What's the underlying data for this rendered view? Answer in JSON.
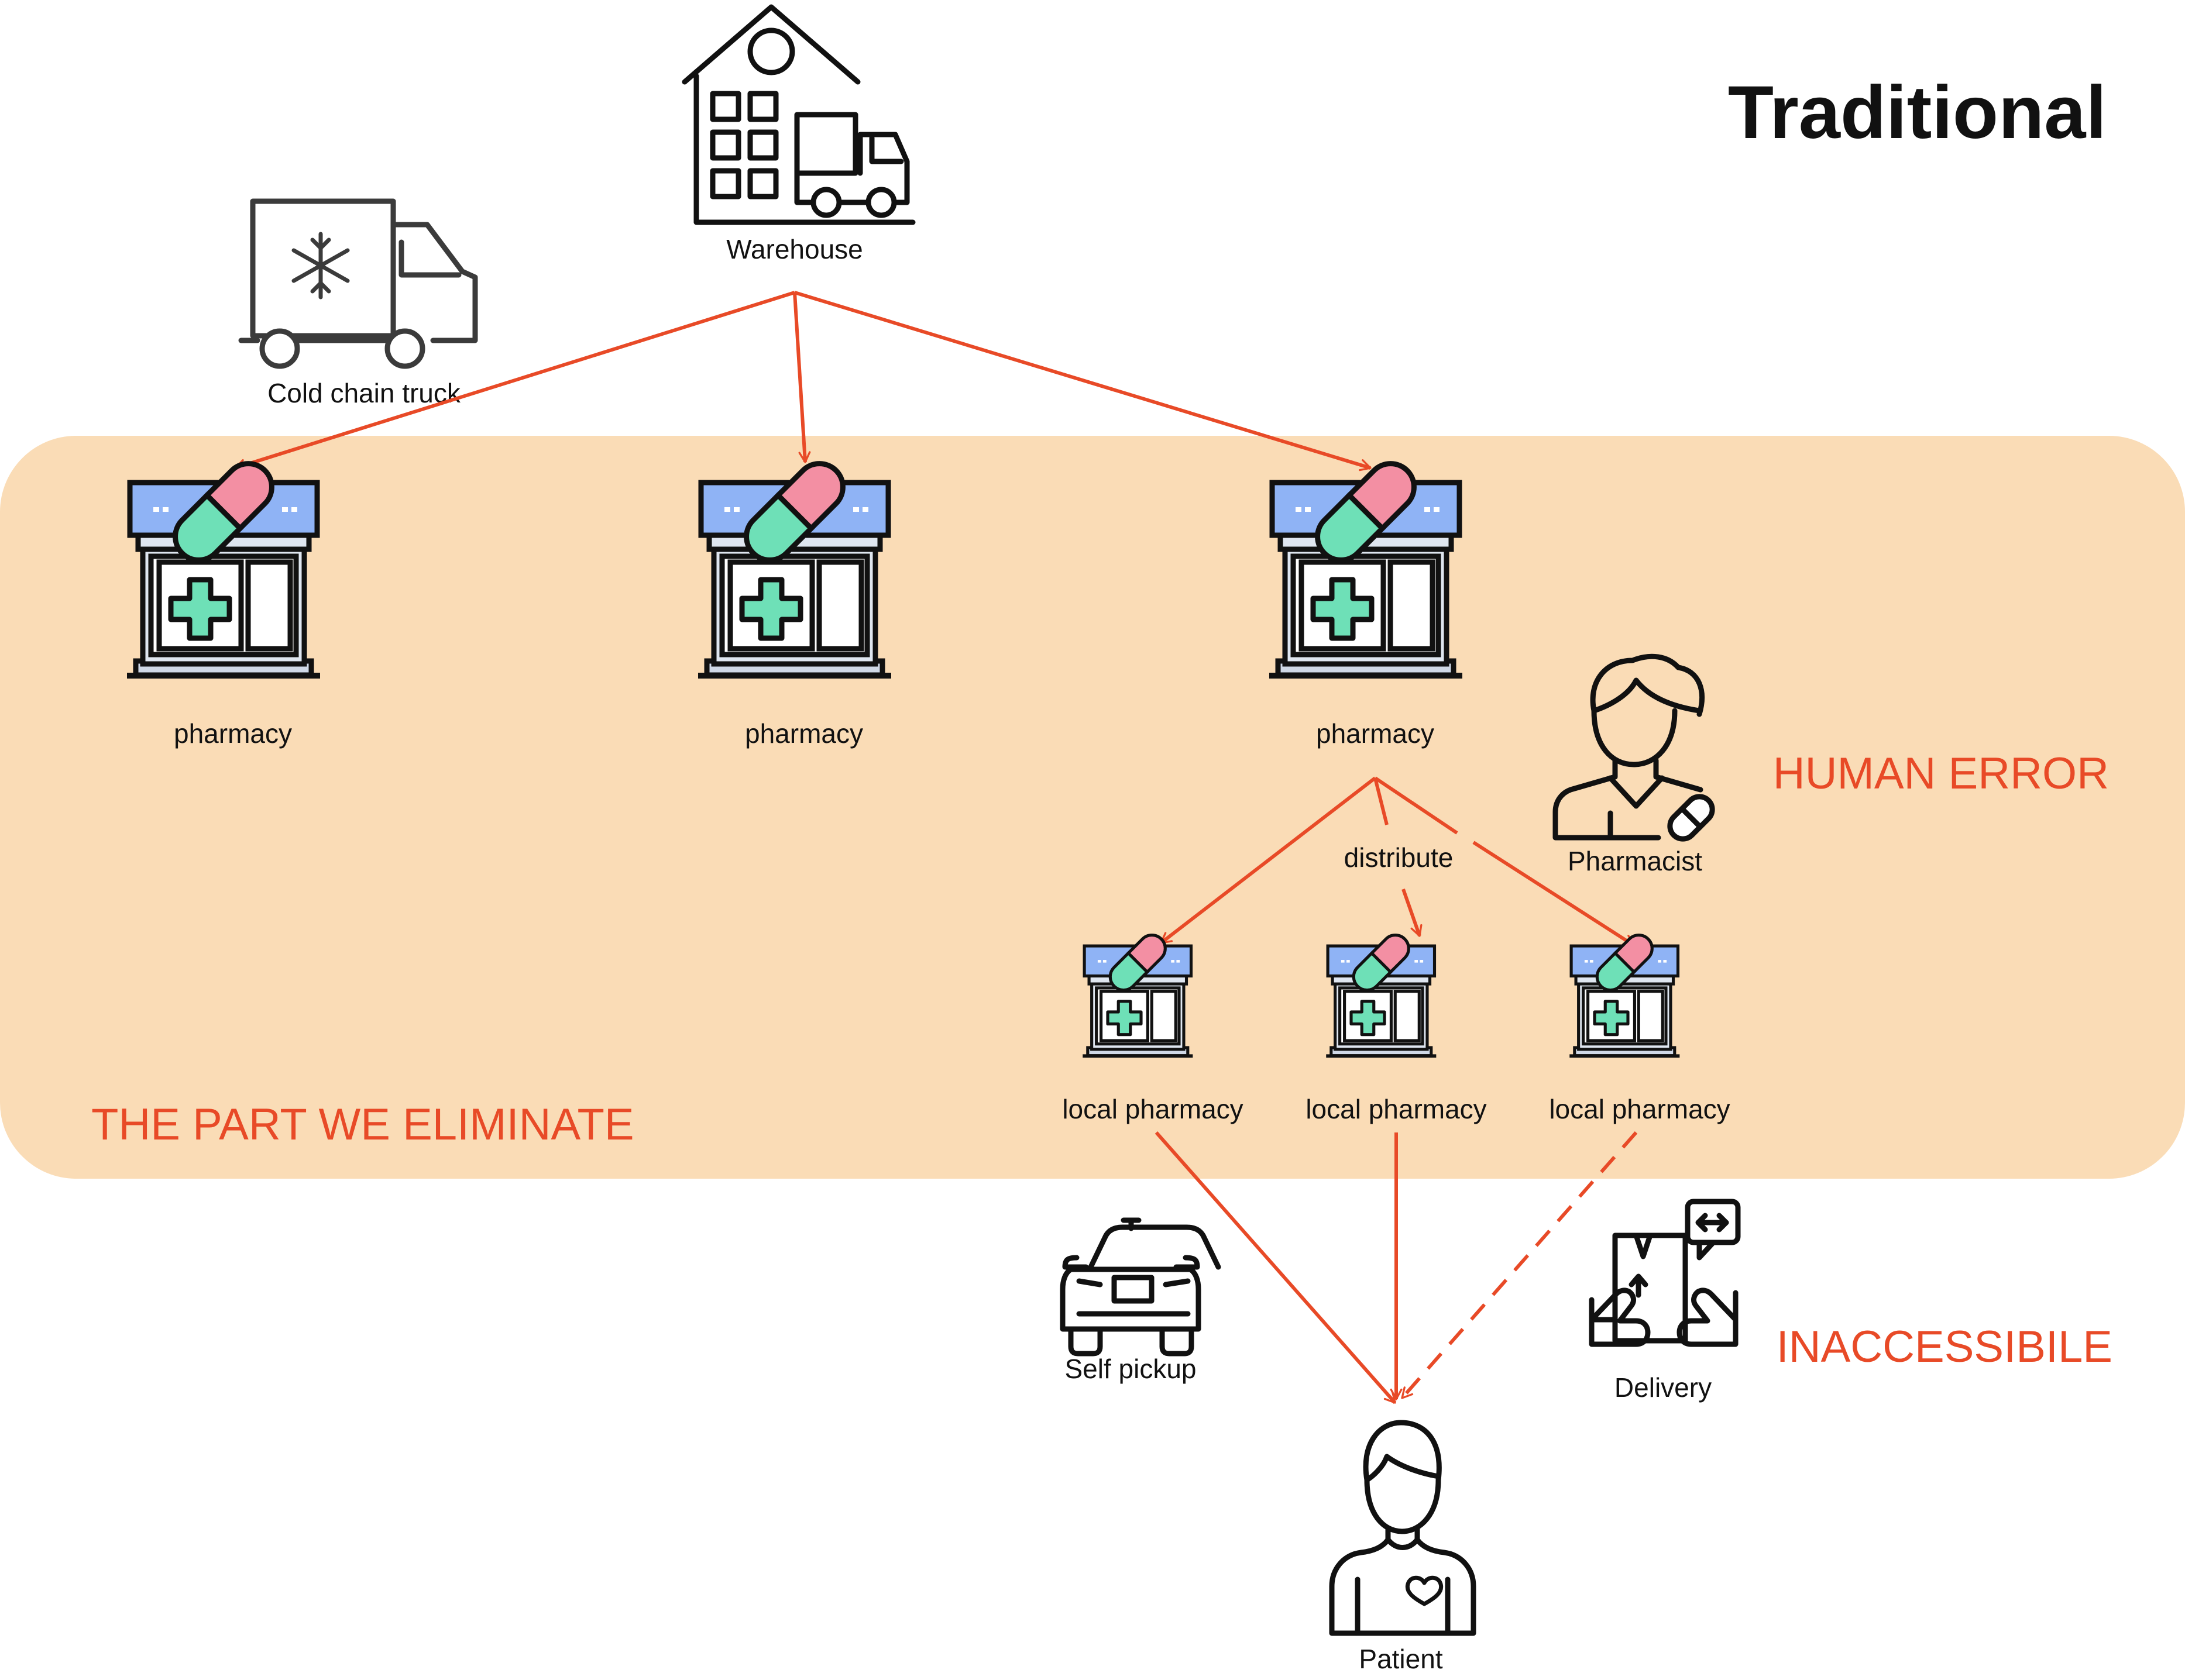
{
  "title": "Traditional",
  "nodes": {
    "warehouse": "Warehouse",
    "cold_chain_truck": "Cold chain truck",
    "pharmacy_1": "pharmacy",
    "pharmacy_2": "pharmacy",
    "pharmacy_3": "pharmacy",
    "pharmacist": "Pharmacist",
    "local_pharmacy_1": "local pharmacy",
    "local_pharmacy_2": "local pharmacy",
    "local_pharmacy_3": "local pharmacy",
    "self_pickup": "Self pickup",
    "delivery": "Delivery",
    "patient": "Patient"
  },
  "edge_labels": {
    "distribute": "distribute"
  },
  "callouts": {
    "human_error": "HUMAN ERROR",
    "eliminate": "THE PART WE ELIMINATE",
    "inaccessible": "INACCESSIBILE"
  },
  "colors": {
    "accent": "#e84a27",
    "band": "#fadcb6",
    "pill_pink": "#f38fa3",
    "pill_green": "#6ee0b7",
    "roof_blue": "#8fb3f5",
    "line": "#111111"
  }
}
